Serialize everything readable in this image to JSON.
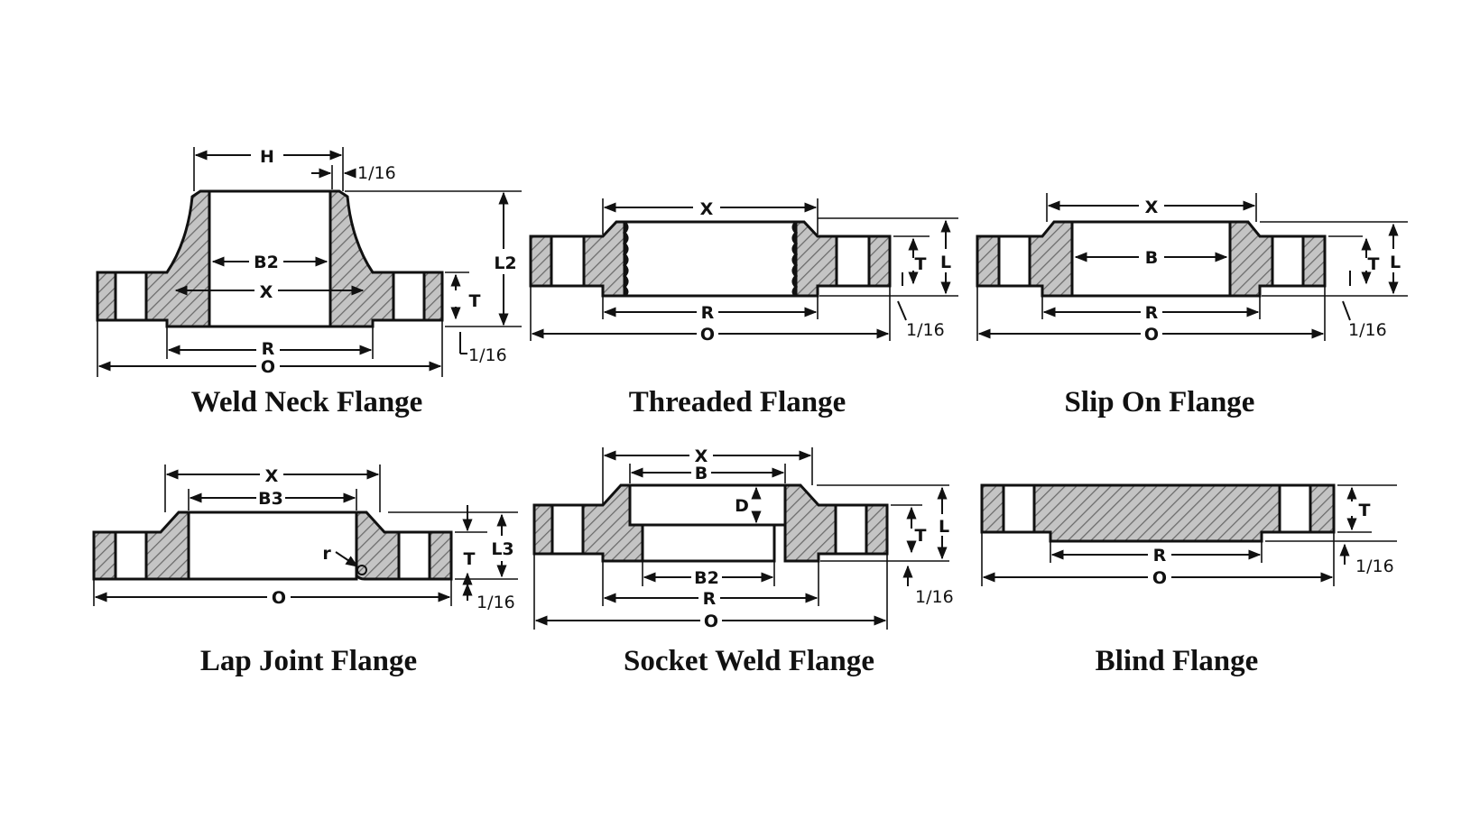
{
  "colors": {
    "ink": "#111111",
    "hatch": "#bdbdbd",
    "background": "#ffffff"
  },
  "flanges": [
    {
      "id": "weld-neck",
      "caption": "Weld Neck Flange",
      "labels": {
        "H": "H",
        "B2": "B2",
        "X": "X",
        "R": "R",
        "O": "O",
        "L2": "L2",
        "T": "T",
        "frac_top": "1/16",
        "frac_bottom": "1/16"
      }
    },
    {
      "id": "threaded",
      "caption": "Threaded Flange",
      "labels": {
        "X": "X",
        "R": "R",
        "O": "O",
        "L": "L",
        "T": "T",
        "frac": "1/16"
      }
    },
    {
      "id": "slip-on",
      "caption": "Slip On Flange",
      "labels": {
        "X": "X",
        "B": "B",
        "R": "R",
        "O": "O",
        "L": "L",
        "T": "T",
        "frac": "1/16"
      }
    },
    {
      "id": "lap-joint",
      "caption": "Lap Joint Flange",
      "labels": {
        "X": "X",
        "B3": "B3",
        "r": "r",
        "O": "O",
        "T": "T",
        "L3": "L3",
        "frac": "1/16"
      }
    },
    {
      "id": "socket-weld",
      "caption": "Socket Weld Flange",
      "labels": {
        "X": "X",
        "B": "B",
        "D": "D",
        "B2": "B2",
        "R": "R",
        "O": "O",
        "L": "L",
        "T": "T",
        "frac": "1/16"
      }
    },
    {
      "id": "blind",
      "caption": "Blind Flange",
      "labels": {
        "R": "R",
        "O": "O",
        "T": "T",
        "frac": "1/16"
      }
    }
  ]
}
